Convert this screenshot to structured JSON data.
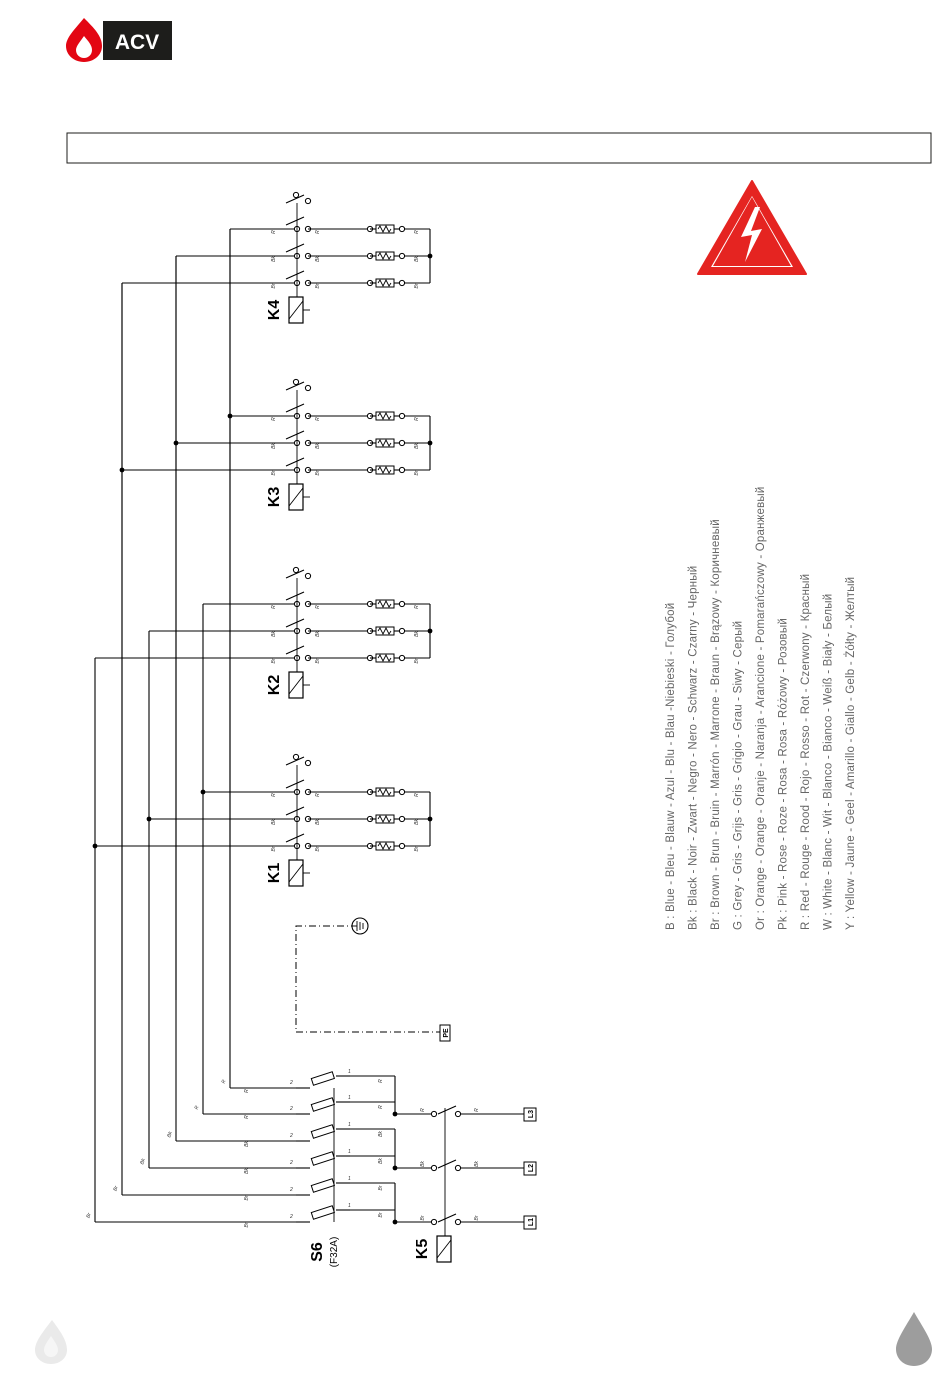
{
  "header": {
    "brand": "ACV",
    "brand_color": "#e30613",
    "title_box_text": ""
  },
  "diagram": {
    "contactors": [
      "K4",
      "K3",
      "K2",
      "K1"
    ],
    "main_contactor": "K5",
    "fuse_label": "S6",
    "fuse_rating": "(F32A)",
    "earth_label": "PE",
    "lines": [
      "L3",
      "L2",
      "L1"
    ],
    "wire_codes": {
      "red": "R",
      "black": "Bk",
      "brown": "Br"
    },
    "fuse_terminal_in": "2",
    "fuse_terminal_out": "1"
  },
  "legend": [
    "B :  Blue - Bleu - Blauw - Azul - Blu - Blau -Niebieski - Голубой",
    "Bk : Black - Noir - Zwart - Negro - Nero - Schwarz - Czarny - Черный",
    "Br : Brown - Brun - Bruin - Marrón - Marrone - Braun - Brązowy - Коричневый",
    "G :  Grey - Gris - Grijs - Gris - Grigio - Grau - Siwy - Серый",
    "Or : Orange - Orange - Oranje - Naranja - Arancione - Pomarańczowy - Оранжевый",
    "Pk : Pink - Rose - Roze - Rosa - Rosa - Różowy - Розовый",
    "R :  Red - Rouge - Rood - Rojo - Rosso - Rot - Czerwony - Красный",
    "W : White - Blanc - Wit - Blanco - Bianco - Weiß - Biały - Белый",
    "Y :  Yellow - Jaune - Geel - Amarillo - Giallo - Gelb - Żółty - Желтый"
  ],
  "icons": {
    "logo": "flame-logo-icon",
    "warning": "high-voltage-warning-icon",
    "footer_left": "flame-watermark-icon",
    "footer_right": "water-drop-icon"
  },
  "colors": {
    "brand_red": "#e30613",
    "warning_red": "#e52421",
    "footer_grey": "#9d9d9d",
    "footer_light": "#eaeaea",
    "legend_text": "#666666"
  }
}
